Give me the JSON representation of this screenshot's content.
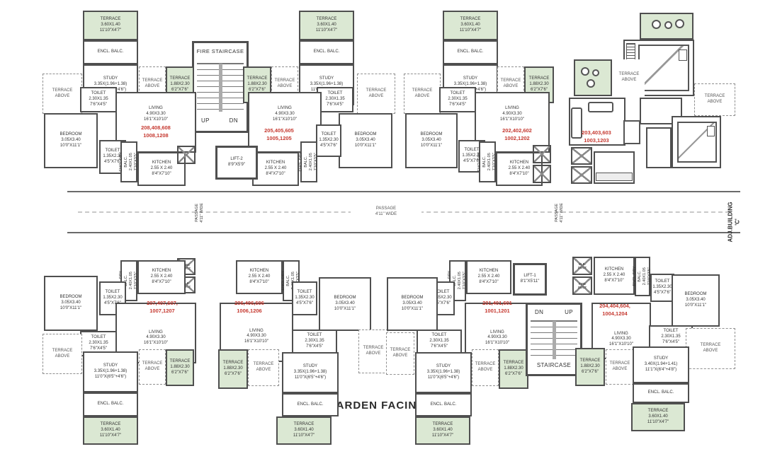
{
  "plan": {
    "garden_facing": "GARDEN FACING",
    "adj_building": "ADJ.BUILDING 'C'",
    "passage": "PASSAGE\n4'11\" WIDE"
  },
  "core": {
    "fire_staircase": "FIRE STAIRCASE",
    "staircase": "STAIRCASE",
    "up": "UP",
    "dn": "DN",
    "lift1": "LIFT-1\n8'1\"X5'11\"",
    "lift2": "LIFT-2\n8'9\"X5'9\"",
    "ele_duct": "ELE.\nDUCT",
    "fire_duct": "FIRE\nDUCT"
  },
  "rooms": {
    "terrace_360": "TERRACE\n3.60X1.40\n11'10\"X4'7\"",
    "terrace_188": "TERRACE\n1.88X2.30\n6'2\"X7'6\"",
    "terrace_above": "TERRACE\nABOVE",
    "encl_balc": "ENCL. BALC.",
    "study": "STUDY\n3.35X(1.96+1.38)\n11'0\"X(6'5\"+4'6\")",
    "study_alt": "STUDY\n3.40X(1.94+1.41)\n11'1\"X(6'4\"+4'8\")",
    "toilet_s": "TOILET\n1.35X2.30\n4'5\"X7'6\"",
    "toilet_b": "TOILET\n2.30X1.35\n7'6\"X4'5\"",
    "bedroom": "BEDROOM\n3.05X3.40\n10'0\"X11'1\"",
    "living": "LIVING\n4.90X3.30\n16'1\"X10'10\"",
    "kitchen": "KITCHEN\n2.55 X 2.40\n8'4\"X7'10\"",
    "dry_balc": "ENCL.DRY BALC.\n2.40X1.05\n7'10\"X3'5\""
  },
  "units": {
    "u208": {
      "ids": "208,408,608\n1008,1208"
    },
    "u205": {
      "ids": "205,405,605\n1005,1205"
    },
    "u202": {
      "ids": "202,402,602\n1002,1202"
    },
    "u203": {
      "ids": "203,403,603\n1003,1203"
    },
    "u207": {
      "ids": "207,407,607,\n1007,1207"
    },
    "u206": {
      "ids": "206,406,606\n1006,1206"
    },
    "u201": {
      "ids": "201,401,601\n1001,1201"
    },
    "u204": {
      "ids": "204,404,604,\n1004,1204"
    }
  },
  "colors": {
    "terrace": "#dbe8d3",
    "wall": "#4f4f4f",
    "unit_number": "#c63a31"
  }
}
